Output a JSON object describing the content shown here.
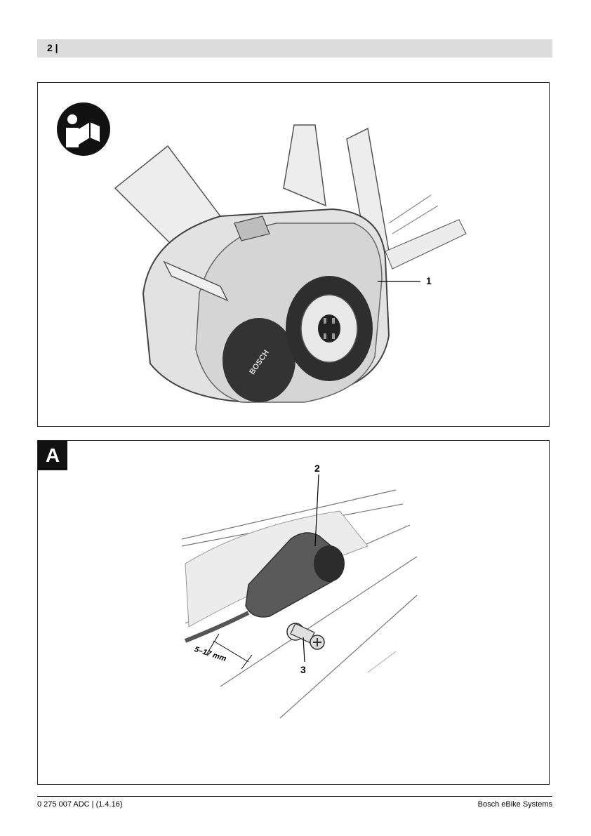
{
  "header": {
    "page_number": "2 |"
  },
  "figure_1": {
    "callout_1": "1",
    "logo_text": "BOSCH",
    "manual_icon": "read-manual-icon"
  },
  "figure_a": {
    "section_label": "A",
    "callout_2": "2",
    "callout_3": "3",
    "dimension": "5–17 mm"
  },
  "footer": {
    "left": "0 275 007 ADC | (1.4.16)",
    "right": "Bosch eBike Systems"
  }
}
